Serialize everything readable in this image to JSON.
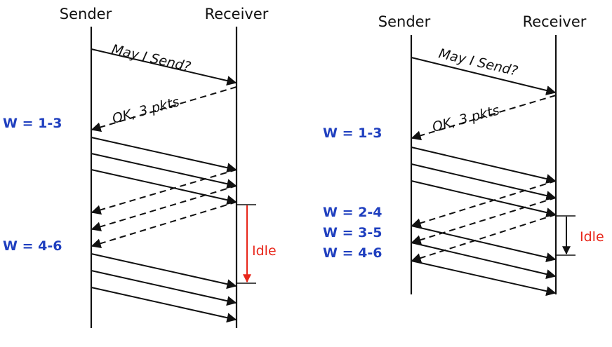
{
  "left": {
    "sender_label": "Sender",
    "receiver_label": "Receiver",
    "request_label": "May I Send?",
    "grant_label": "OK, 3 pkts",
    "windows": [
      "W = 1-3",
      "W = 4-6"
    ],
    "idle_label": "Idle"
  },
  "right": {
    "sender_label": "Sender",
    "receiver_label": "Receiver",
    "request_label": "May I Send?",
    "grant_label": "OK, 3 pkts",
    "windows": [
      "W = 1-3",
      "W = 2-4",
      "W = 3-5",
      "W = 4-6"
    ],
    "idle_label": "Idle"
  },
  "colors": {
    "window": "#1f3fbf",
    "idle_left": "#e8261a",
    "idle_right": "#e8261a"
  }
}
